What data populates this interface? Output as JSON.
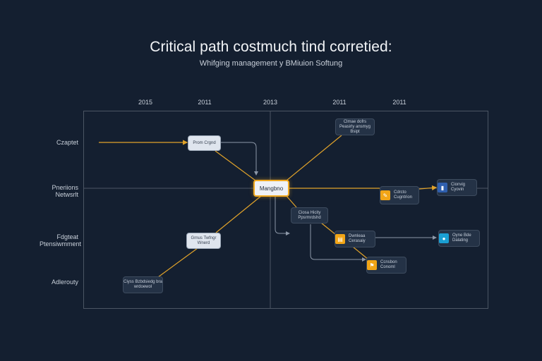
{
  "title": "Critical path costmuch tind corretied:",
  "subtitle": "Whifging management y BMiuion Softung",
  "years": [
    "2015",
    "2011",
    "2013",
    "2011",
    "2011"
  ],
  "rows": [
    {
      "label": "Czaptet"
    },
    {
      "label": "Pneriions Netwsrlt"
    },
    {
      "label": "Fdgteat Ptensiwmment"
    },
    {
      "label": "Adlerouty"
    }
  ],
  "nodes": {
    "prom_ctgrid": {
      "label": "Prom Crgnd"
    },
    "top_right": {
      "label": "Clmae dofrs Peasirly ansmyg Bsipt"
    },
    "central": {
      "label": "Mangbno"
    },
    "cudrto": {
      "label": "Cdrcto Cugntrion",
      "icon": "bar-icon"
    },
    "flag_right": {
      "label": "Cionvig Cyovin",
      "icon": "chart-icon"
    },
    "mid_tall": {
      "label": "Grnus Twfngr Wnerd"
    },
    "dnoa": {
      "label": "Ciosa Hicity Ppsrmrdshd"
    },
    "ownleaa": {
      "label": "Dwnleaa Cerasaiy",
      "icon": "doc-icon"
    },
    "oyne": {
      "label": "Oyne Bde Dalating",
      "icon": "circle-icon"
    },
    "fonsar": {
      "label": "Ccnsbon Conoml",
      "icon": "flag-icon"
    },
    "bottom_left": {
      "label": "Ciyss Bzbdsiedg bra wrdoewol"
    }
  }
}
